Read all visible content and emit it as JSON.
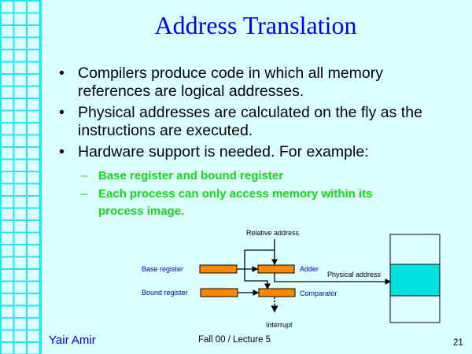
{
  "slide": {
    "title": "Address Translation",
    "bullets": [
      {
        "line1": "Compilers produce code in which all memory",
        "line2": "references are logical addresses."
      },
      {
        "line1": "Physical addresses are calculated on the fly as the",
        "line2": "instructions are executed."
      },
      {
        "line1": "Hardware support is needed. For example:",
        "line2": ""
      }
    ],
    "bullet_symbol": "•",
    "sub_bullets": [
      {
        "line1": "Base register and bound register",
        "line2": ""
      },
      {
        "line1": "Each process can only access memory within its",
        "line2": "process image."
      }
    ],
    "sub_bullet_symbol": "–",
    "colors": {
      "title": "#0000ee",
      "sub_bullets": "#11dd11",
      "register_fill": "#ff8800",
      "memory_highlight": "#00e0e0",
      "background": "#dcffff",
      "grid": "#22e8ee"
    }
  },
  "diagram": {
    "relative_address": "Relative address",
    "base_register": "Base register",
    "bound_register": "Bound register",
    "adder": "Adder",
    "comparator": "Comparator",
    "physical_address": "Physical address",
    "interrupt": "Interrupt"
  },
  "footer": {
    "author": "Yair Amir",
    "course": "Fall 00 / Lecture 5",
    "page_number": "21"
  }
}
